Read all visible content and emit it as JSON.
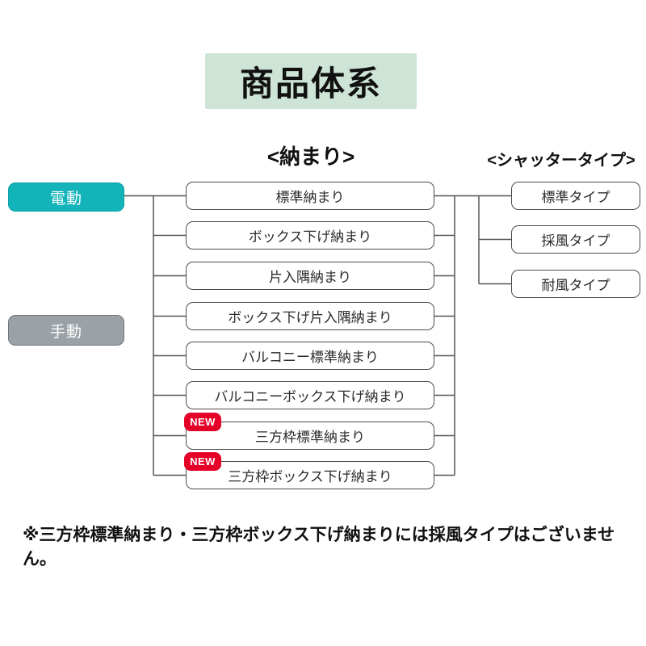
{
  "title": "商品体系",
  "legend": {
    "electric_label": "電動",
    "manual_label": "手動"
  },
  "columns": {
    "osamari": {
      "header": "<納まり>",
      "items": [
        {
          "label": "標準納まり"
        },
        {
          "label": "ボックス下げ納まり"
        },
        {
          "label": "片入隅納まり"
        },
        {
          "label": "ボックス下げ片入隅納まり"
        },
        {
          "label": "バルコニー標準納まり"
        },
        {
          "label": "バルコニーボックス下げ納まり"
        },
        {
          "label": "三方枠標準納まり",
          "badge": "NEW"
        },
        {
          "label": "三方枠ボックス下げ納まり",
          "badge": "NEW"
        }
      ]
    },
    "shutter_type": {
      "header": "<シャッタータイプ>",
      "items": [
        {
          "label": "標準タイプ"
        },
        {
          "label": "採風タイプ"
        },
        {
          "label": "耐風タイプ"
        }
      ]
    }
  },
  "footnote": "※三方枠標準納まり・三方枠ボックス下げ納まりには採風タイプはございません。",
  "colors": {
    "title_background": "#cde4d6",
    "electric_fill": "#12b3b9",
    "manual_fill": "#9aa2a8",
    "new_badge_fill": "#e50027",
    "connector_line": "#555555",
    "node_border": "#4d4d4d"
  }
}
